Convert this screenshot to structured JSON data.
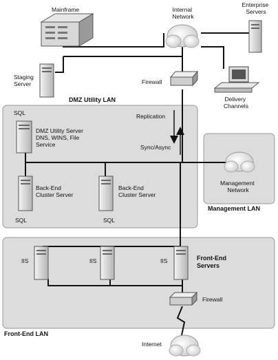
{
  "zones": {
    "dmz": "DMZ Utility LAN",
    "mgmt": "Management LAN",
    "frontend": "Front-End LAN"
  },
  "nodes": {
    "mainframe": "Mainframe",
    "internal_network": [
      "Internal",
      "Network"
    ],
    "enterprise_servers": [
      "Enterprise",
      "Servers"
    ],
    "staging_server": [
      "Staging",
      "Server"
    ],
    "firewall_top": "Firewall",
    "delivery_channels": [
      "Delivery",
      "Channels"
    ],
    "sql_top": "SQL",
    "dmz_utility_server": [
      "DMZ Utility Server",
      "DNS, WINS, File",
      "Service"
    ],
    "replication": "Replication",
    "sync_async": "Sync/Async",
    "management_network": [
      "Management",
      "Network"
    ],
    "backend_1": [
      "Back-End",
      "Cluster Server"
    ],
    "backend_2": [
      "Back-End",
      "Cluster Server"
    ],
    "sql_bottom_1": "SQL",
    "sql_bottom_2": "SQL",
    "iis_1": "IIS",
    "iis_2": "IIS",
    "iis_3": "IIS",
    "frontend_servers": [
      "Front-End",
      "Servers"
    ],
    "firewall_bottom": "Firewall",
    "internet": "Internet"
  }
}
